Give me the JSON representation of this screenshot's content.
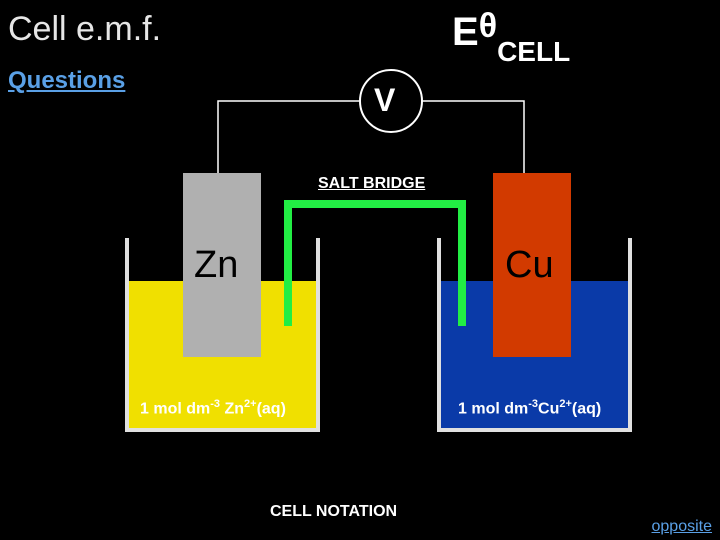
{
  "title": "Cell e.m.f.",
  "links": {
    "questions": "Questions",
    "opposite": "opposite"
  },
  "emf_symbol": {
    "main": "E",
    "superscript": "θ",
    "subscript": "CELL"
  },
  "voltmeter": {
    "label": "V"
  },
  "salt_bridge": {
    "label": "SALT BRIDGE"
  },
  "left_half_cell": {
    "electrode": "Zn",
    "solution_prefix": "1 mol dm",
    "solution_exp": "-3",
    "solution_ion": " Zn",
    "ion_charge": "2+",
    "state": "(aq)",
    "solution_color": "#f0e000",
    "electrode_color": "#b0b0b0"
  },
  "right_half_cell": {
    "electrode": "Cu",
    "solution_prefix": "1 mol dm",
    "solution_exp": "-3",
    "solution_ion": "Cu",
    "ion_charge": "2+",
    "state": "(aq)",
    "solution_color": "#0a3aa8",
    "electrode_color": "#d23a00"
  },
  "bottom_label": "CELL NOTATION",
  "colors": {
    "background": "#000000",
    "link": "#5aa0e6",
    "salt_bridge": "#22ee44",
    "wire": "#ffffff"
  }
}
